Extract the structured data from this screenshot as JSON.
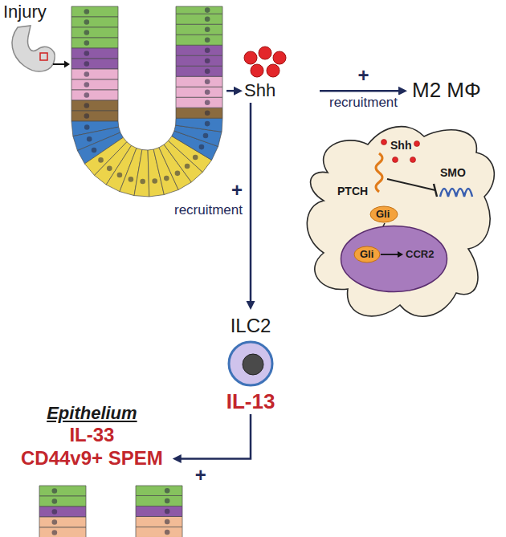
{
  "diagram": {
    "nodes": [
      {
        "text": [
          "Injury"
        ]
      },
      {
        "text": [
          "Shh"
        ]
      },
      {
        "text": [
          "M2 MΦ",
          "Shh",
          "PTCH",
          "SMO",
          "Gli"
        ]
      },
      {
        "text": [
          "Gli",
          "CCR2"
        ],
        "in": 2
      },
      {
        "text": [
          "ILC2",
          "IL-13"
        ]
      },
      {
        "text": [
          "Epithelium",
          "IL-33",
          "CD44v9+ SPEM"
        ]
      }
    ],
    "edges": [
      {
        "from": 0,
        "to": 1,
        "arrow": "to"
      },
      {
        "from": 1,
        "to": 2,
        "label": "recruitment",
        "arrow": "to"
      },
      {
        "from": 1,
        "to": 4,
        "label": "recruitment",
        "arrow": "to"
      },
      {
        "from": 4,
        "to": 5,
        "arrow": "to"
      }
    ],
    "labels": [
      "+",
      "+",
      "+"
    ]
  }
}
